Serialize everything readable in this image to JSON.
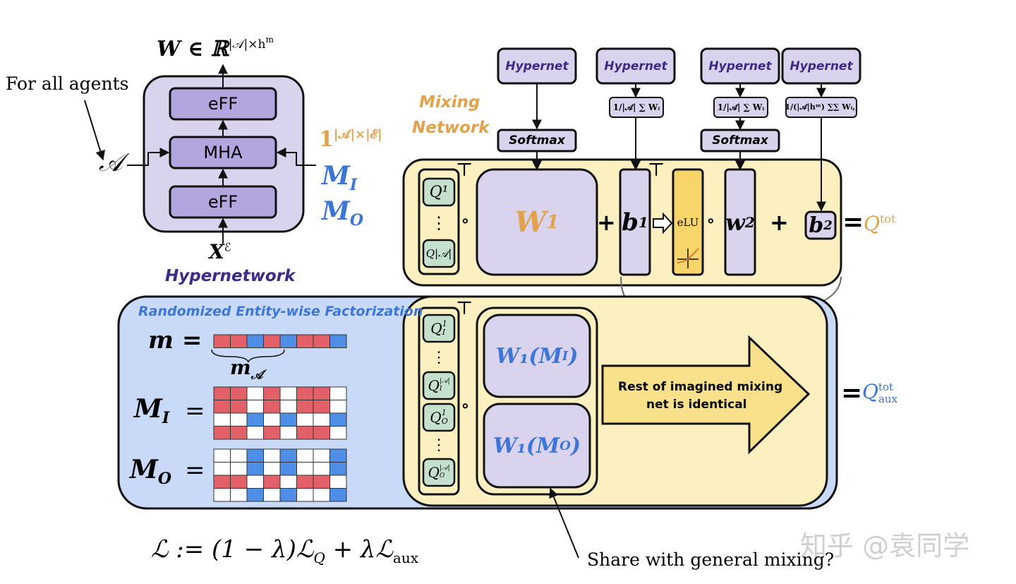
{
  "hypernetwork": {
    "title": "Hypernetwork",
    "output": "W ∈ ℝ",
    "output_sup": "|𝒜|×h",
    "output_sup2": "m",
    "input": "X",
    "input_sup": "ℰ",
    "blocks": [
      "eFF",
      "MHA",
      "eFF"
    ],
    "agents_symbol": "𝒜",
    "for_all_agents": "For all agents",
    "mask_one": "1",
    "mask_one_sup": "|𝒜|×|ℰ|",
    "mask_in": "M",
    "mask_in_sub": "I",
    "mask_out": "M",
    "mask_out_sub": "O"
  },
  "mixing": {
    "title_line1": "Mixing",
    "title_line2": "Network",
    "hypernets": [
      "Hypernet",
      "Hypernet",
      "Hypernet",
      "Hypernet"
    ],
    "softmax": [
      "Softmax",
      "Softmax"
    ],
    "avg1": "1/|𝒜| ∑ Wᵢ",
    "avg2": "1/|𝒜| ∑ Wᵢ",
    "avg3": "1/(|𝒜|hᵐ) ∑∑ Wᵢ,ⱼ",
    "q_top": "Q¹",
    "q_bottom": "Q|𝒜|",
    "dots": "⋮",
    "transpose": "⊤",
    "hadamard": "∘",
    "w1": "W",
    "w1_sub": "1",
    "plus": "+",
    "b1": "b",
    "b1_sub": "1",
    "elu": "eLU",
    "w2": "w",
    "w2_sub": "2",
    "b2": "b",
    "b2_sub": "2",
    "equals": "=",
    "qtot": "Q",
    "qtot_sup": "tot"
  },
  "ref": {
    "title": "Randomized Entity-wise Factorization",
    "m_label": "m =",
    "m_sub_label": "m",
    "m_sub_label_sub": "𝒜",
    "mi_label": "M",
    "mi_sub": "I",
    "mo_label": "M",
    "mo_sub": "O",
    "eq": "=",
    "m_vector": [
      1,
      1,
      0,
      1,
      0,
      1,
      1,
      0
    ],
    "mi_matrix": [
      [
        1,
        1,
        0,
        1,
        0,
        1,
        1,
        0
      ],
      [
        1,
        1,
        0,
        1,
        0,
        1,
        1,
        0
      ],
      [
        0,
        0,
        1,
        0,
        1,
        0,
        0,
        1
      ],
      [
        1,
        1,
        0,
        1,
        0,
        1,
        1,
        0
      ]
    ],
    "mo_matrix": [
      [
        0,
        0,
        1,
        0,
        1,
        0,
        0,
        1
      ],
      [
        0,
        0,
        1,
        0,
        1,
        0,
        0,
        1
      ],
      [
        1,
        1,
        0,
        1,
        0,
        1,
        1,
        0
      ],
      [
        0,
        0,
        1,
        0,
        1,
        0,
        0,
        1
      ]
    ],
    "qi_top": "Q",
    "qi_top_sup": "1",
    "qi_top_sub": "I",
    "qi_bot_sup": "|𝒜|",
    "qo_top_sup": "1",
    "qo_top_sub": "O",
    "w1mi": "W₁(M",
    "w1mi_sub": "I",
    "w1mo": "W₁(M",
    "w1mo_sub": "O",
    "rest_line1": "Rest of imagined mixing",
    "rest_line2": "net is identical",
    "qaux": "Q",
    "qaux_sup": "tot",
    "qaux_sub": "aux"
  },
  "share_note": "Share with general mixing?",
  "loss": "ℒ := (1 − λ)ℒ",
  "loss_q": "Q",
  "loss_mid": " + λℒ",
  "loss_aux": "aux",
  "watermark": "知乎 @袁同学",
  "colors": {
    "purple_fill": "#d9d3ee",
    "purple_block": "#b3a6de",
    "yellow_fill": "#fcefc0",
    "blue_fill": "#c8daf7",
    "red_cell": "#e36068",
    "blue_cell": "#4f8ee6",
    "orange_text": "#e2a24a",
    "blue_text": "#3d76d6",
    "navy_text": "#3b2a86"
  }
}
